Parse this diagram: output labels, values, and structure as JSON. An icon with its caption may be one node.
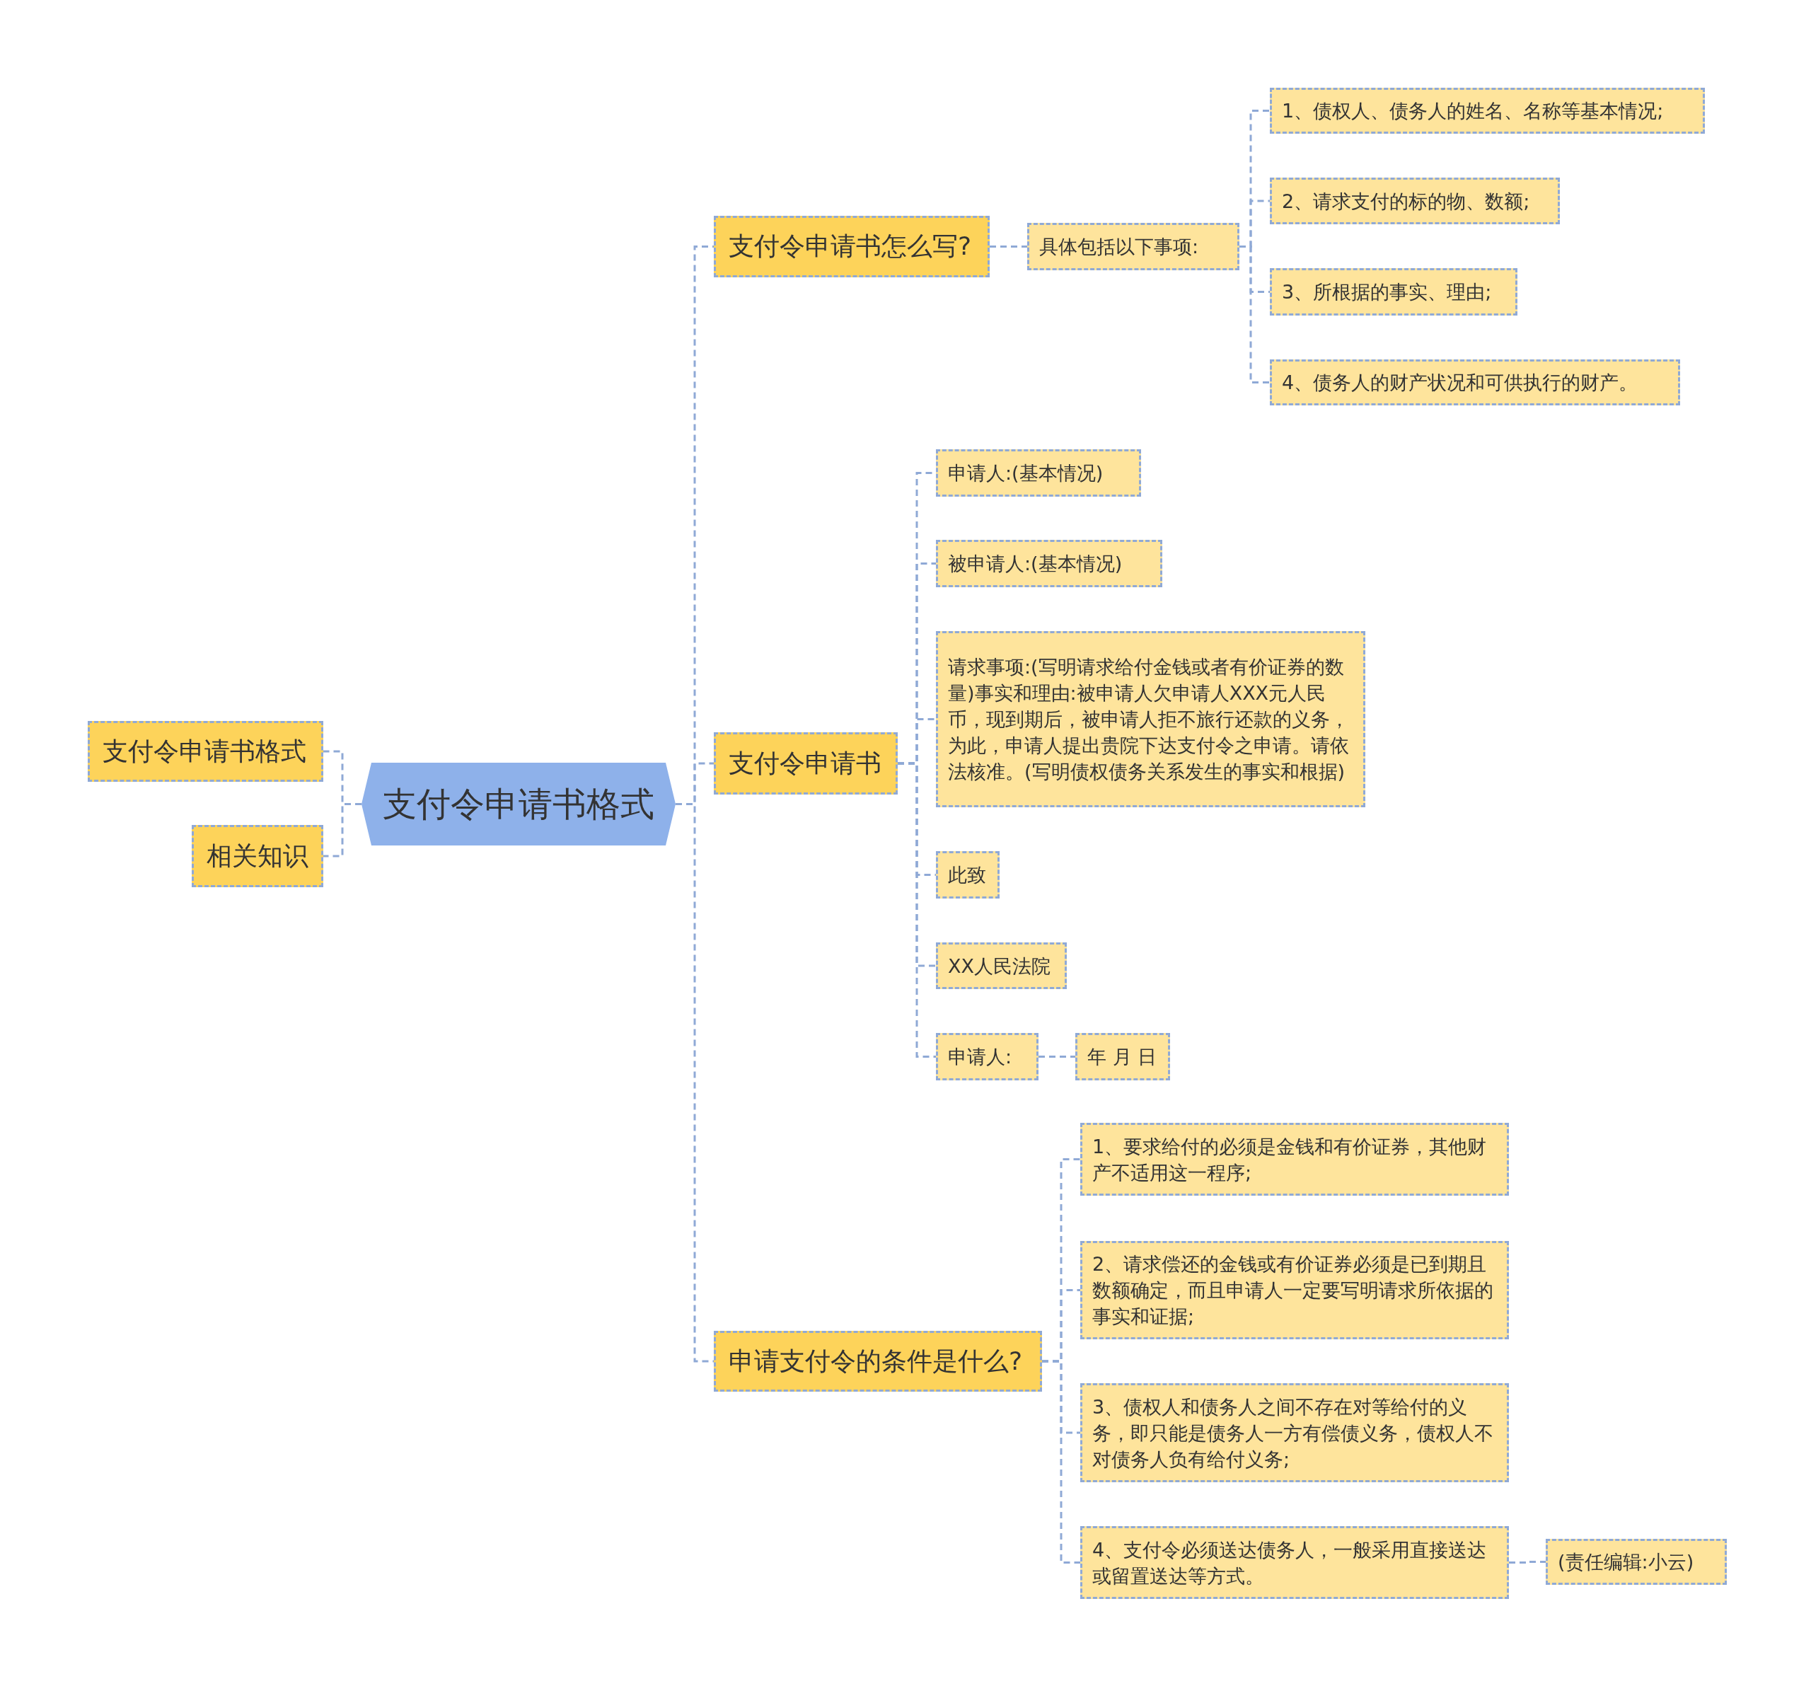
{
  "diagram": {
    "nodes": [
      {
        "text": [
          "支付令申请书格式"
        ]
      },
      {
        "text": [
          "支付令申请书格式"
        ]
      },
      {
        "text": [
          "相关知识"
        ]
      },
      {
        "text": [
          "支付令申请书怎么写?"
        ]
      },
      {
        "text": [
          "具体包括以下事项:"
        ]
      },
      {
        "text": [
          "1、债权人、债务人的姓名、名称等基本情况;"
        ]
      },
      {
        "text": [
          "2、请求支付的标的物、数额;"
        ]
      },
      {
        "text": [
          "3、所根据的事实、理由;"
        ]
      },
      {
        "text": [
          "4、债务人的财产状况和可供执行的财产。"
        ]
      },
      {
        "text": [
          "支付令申请书"
        ]
      },
      {
        "text": [
          "申请人:(基本情况)"
        ]
      },
      {
        "text": [
          "被申请人:(基本情况)"
        ]
      },
      {
        "text": [
          "请求事项:(写明请求给付金钱或者有价证券的数量)事实和理由:被申请人欠申请人XXX元人民币，现到期后，被申请人拒不旅行还款的义务，为此，申请人提出贵院下达支付令之申请。请依法核准。(写明债权债务关系发生的事实和根据)"
        ]
      },
      {
        "text": [
          "此致"
        ]
      },
      {
        "text": [
          "XX人民法院"
        ]
      },
      {
        "text": [
          "申请人:"
        ]
      },
      {
        "text": [
          "年 月 日"
        ]
      },
      {
        "text": [
          "申请支付令的条件是什么?"
        ]
      },
      {
        "text": [
          "1、要求给付的必须是金钱和有价证券，其他财产不适用这一程序;"
        ]
      },
      {
        "text": [
          "2、请求偿还的金钱或有价证券必须是已到期且数额确定，而且申请人一定要写明请求所依据的事实和证据;"
        ]
      },
      {
        "text": [
          "3、债权人和债务人之间不存在对等给付的义务，即只能是债务人一方有偿债义务，债权人不对债务人负有给付义务;"
        ]
      },
      {
        "text": [
          "4、支付令必须送达债务人，一般采用直接送达或留置送达等方式。"
        ]
      },
      {
        "text": [
          "(责任编辑:小云)"
        ]
      }
    ],
    "edges": [
      {
        "from": 0,
        "to": 1,
        "arrow": "none"
      },
      {
        "from": 0,
        "to": 2,
        "arrow": "none"
      },
      {
        "from": 0,
        "to": 3,
        "arrow": "none"
      },
      {
        "from": 0,
        "to": 9,
        "arrow": "none"
      },
      {
        "from": 0,
        "to": 17,
        "arrow": "none"
      },
      {
        "from": 3,
        "to": 4,
        "arrow": "none"
      },
      {
        "from": 4,
        "to": 5,
        "arrow": "none"
      },
      {
        "from": 4,
        "to": 6,
        "arrow": "none"
      },
      {
        "from": 4,
        "to": 7,
        "arrow": "none"
      },
      {
        "from": 4,
        "to": 8,
        "arrow": "none"
      },
      {
        "from": 9,
        "to": 10,
        "arrow": "none"
      },
      {
        "from": 9,
        "to": 11,
        "arrow": "none"
      },
      {
        "from": 9,
        "to": 12,
        "arrow": "none"
      },
      {
        "from": 9,
        "to": 13,
        "arrow": "none"
      },
      {
        "from": 9,
        "to": 14,
        "arrow": "none"
      },
      {
        "from": 9,
        "to": 15,
        "arrow": "none"
      },
      {
        "from": 15,
        "to": 16,
        "arrow": "none"
      },
      {
        "from": 17,
        "to": 18,
        "arrow": "none"
      },
      {
        "from": 17,
        "to": 19,
        "arrow": "none"
      },
      {
        "from": 17,
        "to": 20,
        "arrow": "none"
      },
      {
        "from": 17,
        "to": 21,
        "arrow": "none"
      },
      {
        "from": 21,
        "to": 22,
        "arrow": "none"
      }
    ]
  }
}
